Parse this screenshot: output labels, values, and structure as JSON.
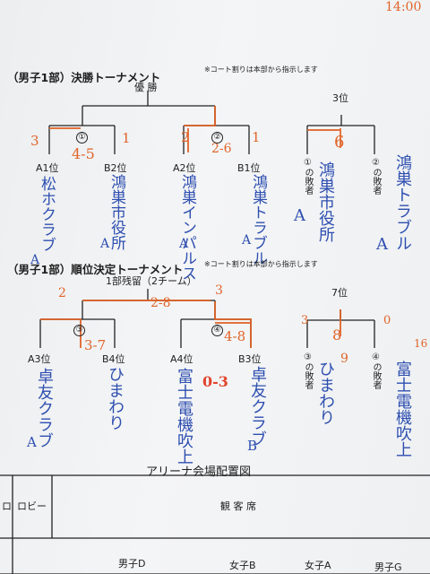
{
  "corner_time": "14:00",
  "final": {
    "heading": "（男子1部）決勝トーナメント",
    "note": "※コート割りは本部から指示します",
    "winner_label": "優 勝",
    "third_label": "3位",
    "match1": "①",
    "match2": "②",
    "seeds": [
      "A1位",
      "B2位",
      "A2位",
      "B1位"
    ],
    "teams": [
      "松ホクラブ",
      "鴻巣市役所",
      "鴻巣インパルス",
      "鴻巣トラブル"
    ],
    "team_marks": [
      "A",
      "A",
      "A",
      "A"
    ],
    "losers": [
      "①の敗者",
      "②の敗者"
    ],
    "loser_teams": [
      "鴻巣市役所",
      "鴻巣トラブル"
    ],
    "loser_marks": [
      "A",
      "A"
    ],
    "hand_scores": [
      "3",
      "1",
      "2",
      "1",
      "6"
    ],
    "hand_scorelines": [
      "4-5",
      "2-6"
    ]
  },
  "ranking": {
    "heading": "（男子1部）順位決定トーナメント",
    "note": "※コート割りは本部から指示します",
    "remain_label": "1部残留（2チーム）",
    "seventh_label": "7位",
    "match3": "③",
    "match4": "④",
    "seeds": [
      "A3位",
      "B4位",
      "A4位",
      "B3位"
    ],
    "teams": [
      "卓友クラブ",
      "ひまわり",
      "富士電機吹上",
      "卓友クラブ"
    ],
    "team_marks": [
      "A",
      "",
      "",
      "B"
    ],
    "losers": [
      "③の敗者",
      "④の敗者"
    ],
    "loser_teams": [
      "ひまわり",
      "富士電機吹上"
    ],
    "hand_scores": [
      "2",
      "3",
      "3",
      "0",
      "8",
      "9",
      "16"
    ],
    "hand_scorelines": [
      "2-8",
      "3-7",
      "4-8",
      "0-3"
    ]
  },
  "arena": {
    "title": "アリーナ会場配置図",
    "left_cell": "ロ",
    "lobby": "ロビー",
    "seats": "観 客 席",
    "courts": [
      "男子D",
      "女子B",
      "女子A",
      "男子G"
    ]
  },
  "colors": {
    "ink_blue": "#2e4fb0",
    "ink_orange": "#e0652a",
    "ink_red": "#e2452d",
    "line": "#222222"
  }
}
